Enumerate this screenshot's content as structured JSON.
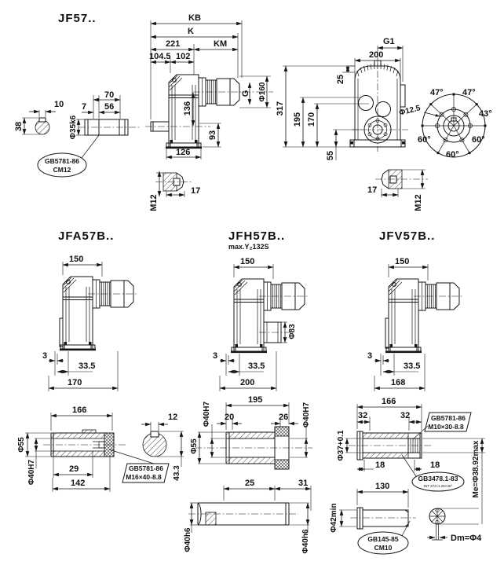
{
  "page": {
    "background": "#ffffff",
    "ink": "#141414"
  },
  "jf57": {
    "title": "JF57..",
    "input_shaft": {
      "d10": "10",
      "d38": "38",
      "d35": "Φ35k6",
      "d7": "7",
      "d56": "56",
      "d70": "70",
      "callout_line1": "GB5781-86",
      "callout_line2": "CM12"
    },
    "side_view": {
      "kb": "KB",
      "k": "K",
      "d221": "221",
      "km": "KM",
      "d104_5": "104.5",
      "d102": "102",
      "d136": "136",
      "d93": "93",
      "d126": "126",
      "g": "G",
      "d160": "Φ160"
    },
    "front_view": {
      "g1": "G1",
      "d200": "200",
      "d25": "25",
      "d317": "317",
      "d195": "195",
      "d170": "170",
      "d55": "55"
    },
    "bolt_circle": {
      "a47_left": "47°",
      "a47_right": "47°",
      "a43": "43°",
      "a60_left": "60°",
      "a60_right": "60°",
      "a60_bottom": "60°",
      "d12_5": "Φ12.5"
    },
    "shaft_end_left": {
      "d17": "17",
      "thread": "M12"
    },
    "shaft_end_right": {
      "d17": "17",
      "thread": "M12"
    }
  },
  "jfa57b": {
    "title": "JFA57B..",
    "d150": "150",
    "d3": "3",
    "d33_5": "33.5",
    "d170": "170"
  },
  "jfh57b": {
    "title": "JFH57B..",
    "subtitle": "max.Y₂132S",
    "d150": "150",
    "d83": "Φ83",
    "d3": "3",
    "d33_5": "33.5",
    "d200": "200"
  },
  "jfv57b": {
    "title": "JFV57B..",
    "d150": "150",
    "d3": "3",
    "d33_5": "33.5",
    "d168": "168"
  },
  "hollow_shaft_a": {
    "d166": "166",
    "d55": "Φ55",
    "d40": "Φ40H7",
    "d29": "29",
    "d142": "142",
    "d12": "12",
    "d43_3": "43.3",
    "callout_line1": "GB5781-86",
    "callout_line2": "M16×40-8.8"
  },
  "shaft_h": {
    "d195": "195",
    "d20": "20",
    "d26": "26",
    "d40_left": "Φ40H7",
    "d40_right": "Φ40H7",
    "d55": "Φ55",
    "d25": "25",
    "d31": "31",
    "d40h6_left": "Φ40h6",
    "d40h6_right": "Φ40h6"
  },
  "shaft_v": {
    "d166": "166",
    "d32_left": "32",
    "d32_right": "32",
    "d18_left": "18",
    "d18_right": "18",
    "d37": "Φ37+0.1",
    "d130": "130",
    "d42": "Φ42min",
    "me": "Me=Φ38.92max",
    "dm": "Dm=Φ4",
    "bolt_callout_line1": "GB5781-86",
    "bolt_callout_line2": "M10×30-8.8",
    "spline_callout_line1": "GB3478.1-83",
    "spline_callout_line2": "INT 37z×1.25×30°",
    "hole_callout_line1": "GB145-85",
    "hole_callout_line2": "CM10"
  }
}
